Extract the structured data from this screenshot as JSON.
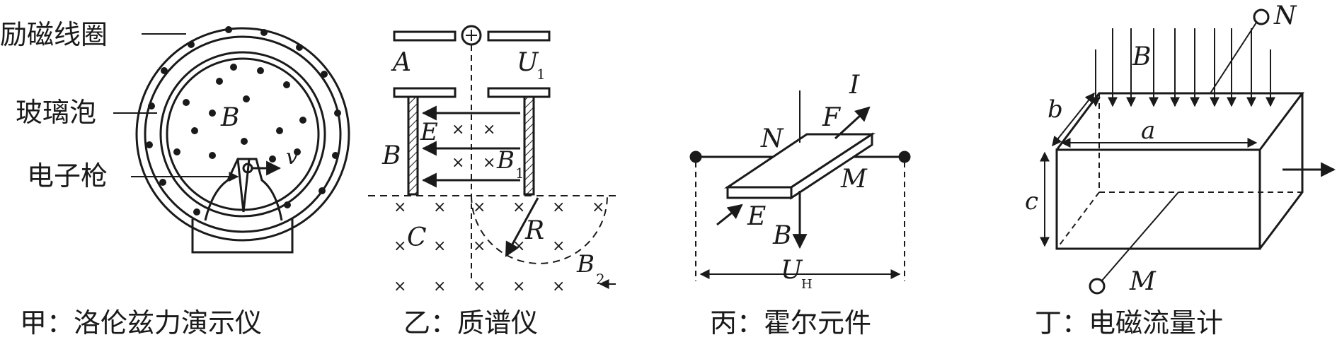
{
  "panel_jia": {
    "caption": "甲：洛伦兹力演示仪",
    "label_coil": "励磁线圈",
    "label_bulb": "玻璃泡",
    "label_gun": "电子枪",
    "label_B": "B",
    "label_v": "v"
  },
  "panel_yi": {
    "caption": "乙：质谱仪",
    "label_A": "A",
    "label_U": "U",
    "label_U_sub": "1",
    "label_E": "E",
    "label_B": "B",
    "label_B1": "B",
    "label_B1_sub": "1",
    "label_C": "C",
    "label_R": "R",
    "label_B2": "B",
    "label_B2_sub": "2"
  },
  "panel_bing": {
    "caption": "丙：霍尔元件",
    "label_N": "N",
    "label_I": "I",
    "label_F": "F",
    "label_M": "M",
    "label_E": "E",
    "label_B": "B",
    "label_UH": "U",
    "label_UH_sub": "H"
  },
  "panel_ding": {
    "caption": "丁：电磁流量计",
    "label_N": "N",
    "label_B": "B",
    "label_a": "a",
    "label_b": "b",
    "label_c": "c",
    "label_M": "M"
  },
  "colors": {
    "ink": "#1a1a1a",
    "background": "#ffffff"
  }
}
